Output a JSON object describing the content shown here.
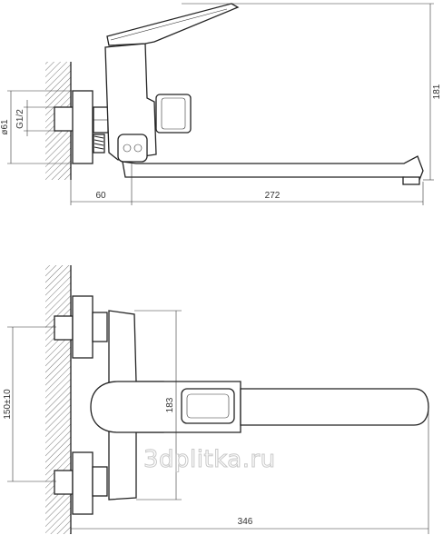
{
  "dimensions": {
    "spout_reach": "272",
    "wall_offset": "60",
    "height": "181",
    "diameter": "ø61",
    "thread": "G1/2",
    "center_distance": "150±10",
    "body_height": "183",
    "overall_width": "346"
  },
  "watermark": "3dplitka.ru",
  "colors": {
    "line": "#222222",
    "wall_hatch": "#555555",
    "background": "#ffffff"
  }
}
